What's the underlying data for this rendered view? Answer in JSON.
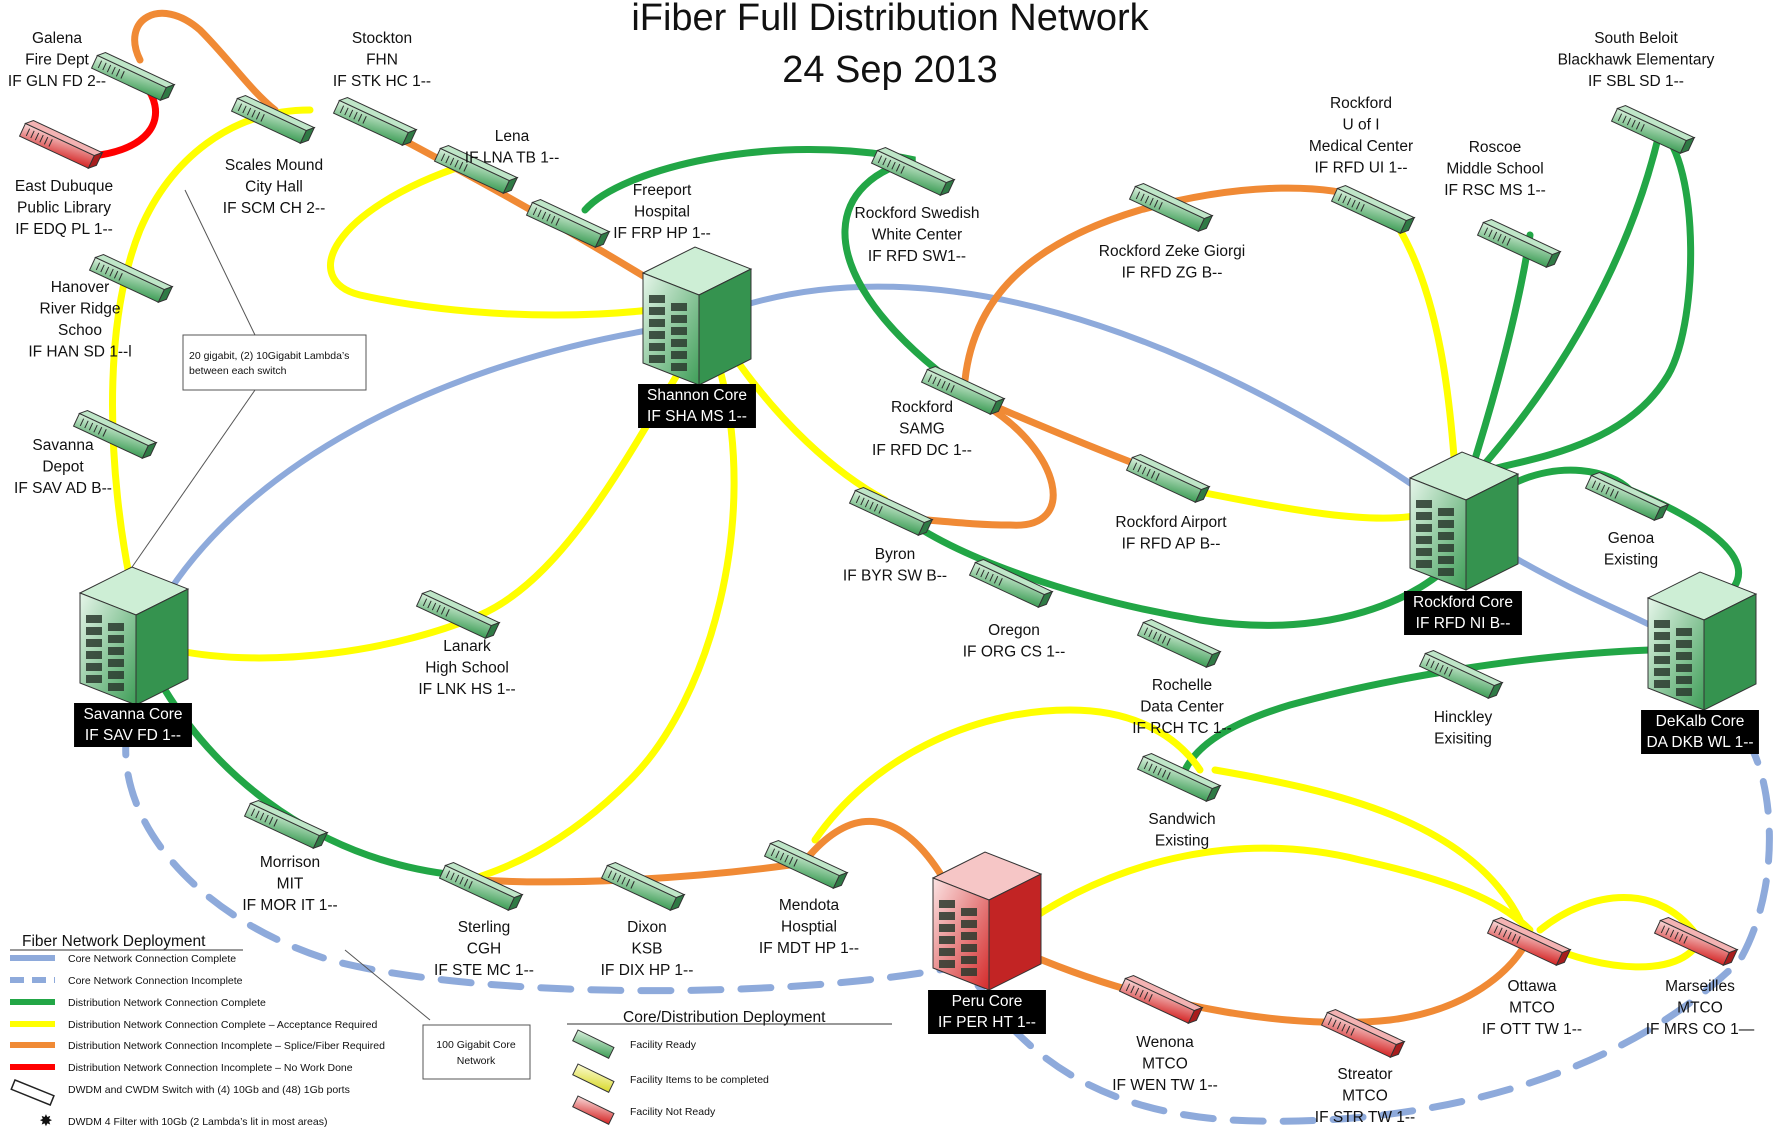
{
  "title": {
    "line1": "iFiber Full Distribution Network",
    "line2": "24 Sep 2013"
  },
  "colors": {
    "core_complete": "#8eaadb",
    "distribution_complete": "#22a646",
    "acceptance_required": "#ffff00",
    "splice_required": "#f08a35",
    "no_work": "#ff0000",
    "facility_ready": "#4caf6a",
    "facility_pending": "#e6e63a",
    "facility_not_ready": "#e03a3a"
  },
  "cores": {
    "shannon": {
      "name": "Shannon Core",
      "code": "IF SHA MS 1--",
      "status": "ready"
    },
    "savanna": {
      "name": "Savanna Core",
      "code": "IF SAV FD 1--",
      "status": "ready"
    },
    "rockford": {
      "name": "Rockford Core",
      "code": "IF RFD NI B--",
      "status": "ready"
    },
    "dekalb": {
      "name": "DeKalb Core",
      "code": "DA DKB WL 1--",
      "status": "ready"
    },
    "peru": {
      "name": "Peru Core",
      "code": "IF PER HT 1--",
      "status": "not_ready"
    }
  },
  "sites": {
    "galena": [
      "Galena",
      "Fire Dept",
      "IF GLN FD 2--"
    ],
    "east_dubuque": [
      "East Dubuque",
      "Public Library",
      "IF EDQ PL 1--"
    ],
    "hanover": [
      "Hanover",
      "River Ridge",
      "Schoo",
      "IF HAN SD 1--l"
    ],
    "savanna_depot": [
      "Savanna",
      "Depot",
      "IF SAV AD B--"
    ],
    "scales_mound": [
      "Scales Mound",
      "City Hall",
      "IF SCM CH 2--"
    ],
    "stockton": [
      "Stockton",
      "FHN",
      "IF STK HC 1--"
    ],
    "lena": [
      "Lena",
      "IF LNA TB 1--"
    ],
    "freeport": [
      "Freeport",
      "Hospital",
      "IF FRP HP 1--"
    ],
    "rockford_swedish": [
      "Rockford Swedish",
      "White Center",
      "IF RFD SW1--"
    ],
    "rockford_zeke": [
      "Rockford Zeke Giorgi",
      "IF RFD ZG B--"
    ],
    "rockford_ui": [
      "Rockford",
      "U of I",
      "Medical Center",
      "IF RFD UI 1--"
    ],
    "roscoe": [
      "Roscoe",
      "Middle School",
      "IF RSC MS 1--"
    ],
    "south_beloit": [
      "South Beloit",
      "Blackhawk Elementary",
      "IF SBL SD 1--"
    ],
    "rockford_samg": [
      "Rockford",
      "SAMG",
      "IF RFD DC 1--"
    ],
    "rockford_airport": [
      "Rockford Airport",
      "IF RFD AP B--"
    ],
    "byron": [
      "Byron",
      "IF BYR SW B--"
    ],
    "oregon": [
      "Oregon",
      "IF ORG CS 1--"
    ],
    "genoa": [
      "Genoa",
      "Existing"
    ],
    "lanark": [
      "Lanark",
      "High School",
      "IF LNK HS 1--"
    ],
    "rochelle": [
      "Rochelle",
      "Data Center",
      "IF RCH TC 1--"
    ],
    "hinckley": [
      "Hinckley",
      "Exisiting"
    ],
    "sandwich": [
      "Sandwich",
      "Existing"
    ],
    "morrison": [
      "Morrison",
      "MIT",
      "IF MOR IT 1--"
    ],
    "sterling": [
      "Sterling",
      "CGH",
      "IF STE MC 1--"
    ],
    "dixon": [
      "Dixon",
      "KSB",
      "IF DIX HP 1--"
    ],
    "mendota": [
      "Mendota",
      "Hosptial",
      "IF MDT HP 1--"
    ],
    "wenona": [
      "Wenona",
      "MTCO",
      "IF WEN TW 1--"
    ],
    "streator": [
      "Streator",
      "MTCO",
      "IF STR TW 1--"
    ],
    "ottawa": [
      "Ottawa",
      "MTCO",
      "IF OTT TW 1--"
    ],
    "marseilles": [
      "Marseilles",
      "MTCO",
      "IF MRS CO 1—"
    ]
  },
  "callouts": {
    "lambda_note": [
      "20 gigabit, (2) 10Gigabit Lambda’s",
      "between each switch"
    ],
    "core_note": [
      "100 Gigabit Core",
      "Network"
    ]
  },
  "legend_fiber": {
    "heading": "Fiber Network Deployment",
    "items": [
      "Core Network Connection Complete",
      "Core Network Connection Incomplete",
      "Distribution Network Connection Complete",
      "Distribution Network Connection Complete – Acceptance Required",
      "Distribution Network Connection Incomplete – Splice/Fiber Required",
      "Distribution Network Connection Incomplete – No Work Done",
      "DWDM and CWDM Switch with (4) 10Gb and (48) 1Gb ports",
      "DWDM 4 Filter with 10Gb (2 Lambda’s lit in most areas)"
    ]
  },
  "legend_facility": {
    "heading": "Core/Distribution Deployment",
    "items": [
      "Facility Ready",
      "Facility Items to be completed",
      "Facility Not Ready"
    ]
  }
}
